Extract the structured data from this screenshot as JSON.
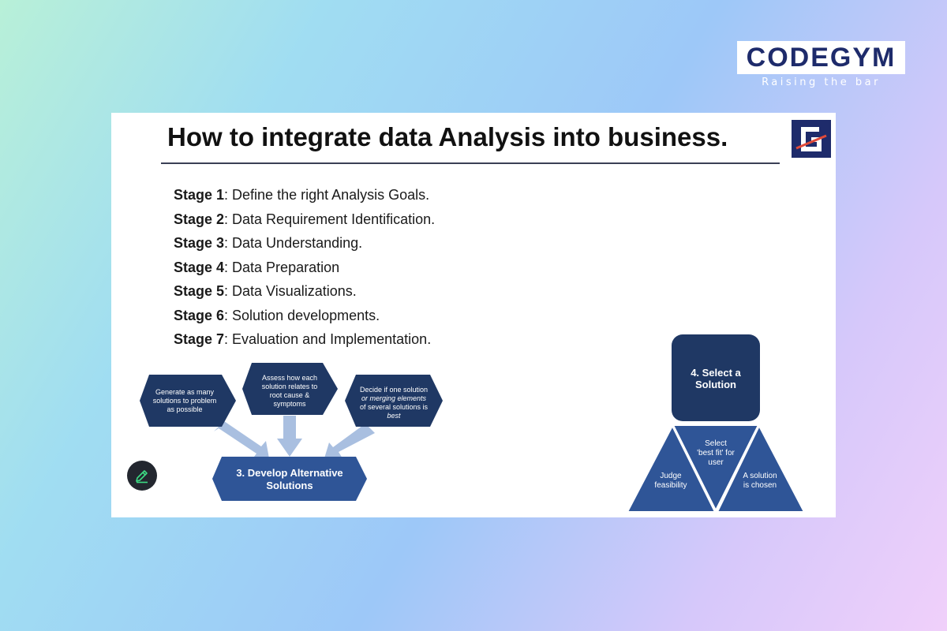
{
  "brand": {
    "name": "CODEGYM",
    "tagline": "Raising the bar"
  },
  "slide": {
    "title": "How to integrate data Analysis into business.",
    "stages": [
      {
        "label": "Stage 1",
        "text": ": Define the right Analysis Goals."
      },
      {
        "label": "Stage 2",
        "text": ": Data Requirement Identification."
      },
      {
        "label": "Stage 3",
        "text": ": Data Understanding."
      },
      {
        "label": "Stage 4",
        "text": ": Data Preparation"
      },
      {
        "label": "Stage 5",
        "text": ": Data Visualizations."
      },
      {
        "label": "Stage 6",
        "text": ": Solution developments."
      },
      {
        "label": "Stage 7",
        "text": ": Evaluation and Implementation."
      }
    ]
  },
  "develop": {
    "main": [
      "3. Develop Alternative",
      "Solutions"
    ],
    "hex1": [
      "Generate as many",
      "solutions to problem",
      "as possible"
    ],
    "hex2": [
      "Assess how each",
      "solution relates to",
      "root cause &",
      "symptoms"
    ],
    "hex3": [
      "Decide if one solution",
      "or merging elements",
      "of several solutions is",
      "best"
    ]
  },
  "select": {
    "main": [
      "4. Select a",
      "Solution"
    ],
    "left": [
      "Judge",
      "feasibility"
    ],
    "middle": [
      "Select",
      "'best fit' for",
      "user"
    ],
    "right": [
      "A solution",
      "is chosen"
    ]
  },
  "colors": {
    "navy": "#1f3864",
    "steel": "#2f5597",
    "arrow": "#a9bfe0",
    "brand": "#1e2b6b",
    "accent": "#e04a3a"
  },
  "icons": {
    "edit": "pencil-icon"
  }
}
